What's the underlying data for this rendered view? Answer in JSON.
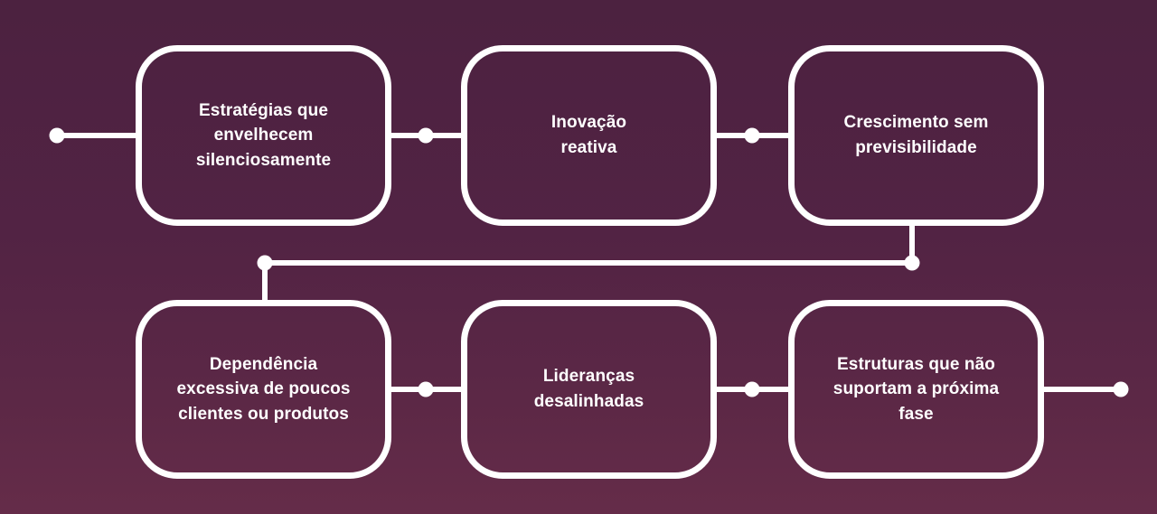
{
  "diagram": {
    "type": "flow",
    "title": "",
    "nodes": [
      {
        "id": "estrategias",
        "label": "Estratégias que\nenvelhecem\nsilenciosamente",
        "row": 1,
        "col": 1
      },
      {
        "id": "inovacao",
        "label": "Inovação\nreativa",
        "row": 1,
        "col": 2
      },
      {
        "id": "crescimento",
        "label": "Crescimento sem\nprevisibilidade",
        "row": 1,
        "col": 3
      },
      {
        "id": "dependencia",
        "label": "Dependência\nexcessiva de poucos\nclientes ou produtos",
        "row": 2,
        "col": 1
      },
      {
        "id": "liderancas",
        "label": "Lideranças\ndesalinhadas",
        "row": 2,
        "col": 2
      },
      {
        "id": "estruturas",
        "label": "Estruturas que não\nsuportam a próxima\nfase",
        "row": 2,
        "col": 3
      }
    ],
    "connections": [
      {
        "from": "start",
        "to": "estrategias"
      },
      {
        "from": "estrategias",
        "to": "inovacao"
      },
      {
        "from": "inovacao",
        "to": "crescimento"
      },
      {
        "from": "crescimento",
        "to": "dependencia"
      },
      {
        "from": "dependencia",
        "to": "liderancas"
      },
      {
        "from": "liderancas",
        "to": "estruturas"
      },
      {
        "from": "estruturas",
        "to": "end"
      }
    ]
  },
  "colors": {
    "bg_top": "#4c2240",
    "bg_bottom": "#652c49",
    "line_color": "#ffffff",
    "text_color": "#ffffff"
  }
}
